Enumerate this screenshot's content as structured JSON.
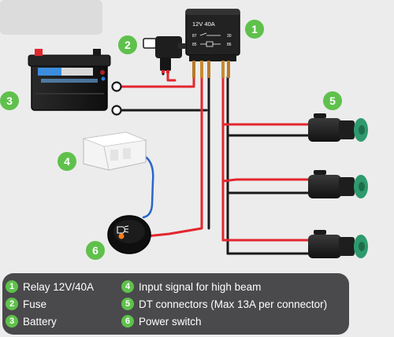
{
  "colors": {
    "badge": "#5fc14b",
    "wire_red": "#e3262e",
    "wire_black": "#1a1a1a",
    "wire_blue": "#2a66c9",
    "connector_green": "#2e9a6e",
    "legend_bg": "#4a4a4c"
  },
  "relay": {
    "rating": "12V   40A",
    "pin_labels": [
      "87",
      "30",
      "85",
      "86"
    ]
  },
  "callouts": [
    "1",
    "2",
    "3",
    "4",
    "5",
    "6"
  ],
  "legend": {
    "items": [
      {
        "num": "1",
        "label": "Relay 12V/40A"
      },
      {
        "num": "2",
        "label": "Fuse"
      },
      {
        "num": "3",
        "label": "Battery"
      },
      {
        "num": "4",
        "label": "Input signal for high beam"
      },
      {
        "num": "5",
        "label": "DT connectors (Max 13A per connector)"
      },
      {
        "num": "6",
        "label": "Power switch"
      }
    ]
  }
}
